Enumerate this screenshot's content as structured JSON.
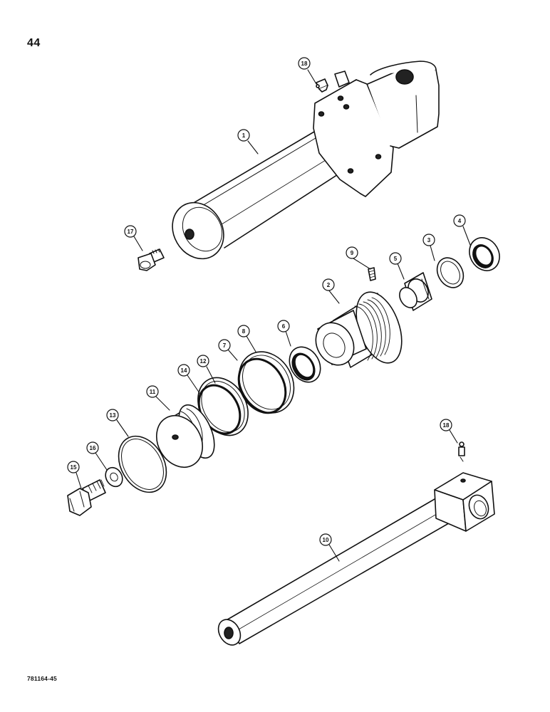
{
  "page": {
    "number": "44",
    "doc_code": "781164-45"
  },
  "callouts": [
    {
      "id": "c1",
      "label": "1",
      "part": "barrel"
    },
    {
      "id": "c2",
      "label": "2",
      "part": "gland"
    },
    {
      "id": "c3",
      "label": "3",
      "part": "ring"
    },
    {
      "id": "c4",
      "label": "4",
      "part": "wiper-seal"
    },
    {
      "id": "c5",
      "label": "5",
      "part": "bushing"
    },
    {
      "id": "c6",
      "label": "6",
      "part": "rod-seal"
    },
    {
      "id": "c7",
      "label": "7",
      "part": "o-ring"
    },
    {
      "id": "c8",
      "label": "8",
      "part": "backup-ring"
    },
    {
      "id": "c9",
      "label": "9",
      "part": "set-screw"
    },
    {
      "id": "c10",
      "label": "10",
      "part": "rod"
    },
    {
      "id": "c11",
      "label": "11",
      "part": "piston"
    },
    {
      "id": "c12",
      "label": "12",
      "part": "backup-ring"
    },
    {
      "id": "c13",
      "label": "13",
      "part": "piston-ring"
    },
    {
      "id": "c14",
      "label": "14",
      "part": "o-ring"
    },
    {
      "id": "c15",
      "label": "15",
      "part": "bolt"
    },
    {
      "id": "c16",
      "label": "16",
      "part": "washer"
    },
    {
      "id": "c17",
      "label": "17",
      "part": "plug"
    },
    {
      "id": "c18a",
      "label": "18",
      "part": "grease-fitting"
    },
    {
      "id": "c18b",
      "label": "18",
      "part": "grease-fitting"
    }
  ]
}
